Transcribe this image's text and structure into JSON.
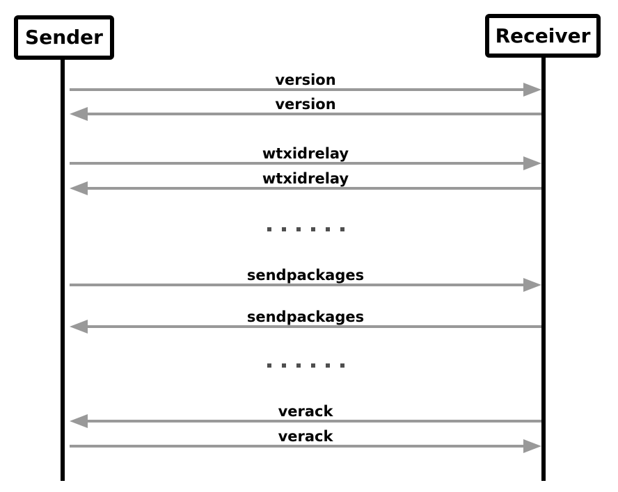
{
  "diagram": {
    "type": "sequence-diagram",
    "actors": [
      {
        "id": "sender",
        "label": "Sender"
      },
      {
        "id": "receiver",
        "label": "Receiver"
      }
    ],
    "messages": [
      {
        "kind": "message",
        "label": "version",
        "from": "sender",
        "to": "receiver",
        "direction": "right"
      },
      {
        "kind": "message",
        "label": "version",
        "from": "receiver",
        "to": "sender",
        "direction": "left"
      },
      {
        "kind": "message",
        "label": "wtxidrelay",
        "from": "sender",
        "to": "receiver",
        "direction": "right"
      },
      {
        "kind": "message",
        "label": "wtxidrelay",
        "from": "receiver",
        "to": "sender",
        "direction": "left"
      },
      {
        "kind": "separator",
        "dots": 6
      },
      {
        "kind": "message",
        "label": "sendpackages",
        "from": "sender",
        "to": "receiver",
        "direction": "right"
      },
      {
        "kind": "message",
        "label": "sendpackages",
        "from": "receiver",
        "to": "sender",
        "direction": "left"
      },
      {
        "kind": "separator",
        "dots": 6
      },
      {
        "kind": "message",
        "label": "verack",
        "from": "receiver",
        "to": "sender",
        "direction": "left"
      },
      {
        "kind": "message",
        "label": "verack",
        "from": "sender",
        "to": "receiver",
        "direction": "right"
      }
    ],
    "colors": {
      "background": "#ffffff",
      "actor_border": "#000000",
      "lifeline": "#000000",
      "arrow": "#999999",
      "label_text": "#000000",
      "dots": "#4f4f4f"
    }
  }
}
